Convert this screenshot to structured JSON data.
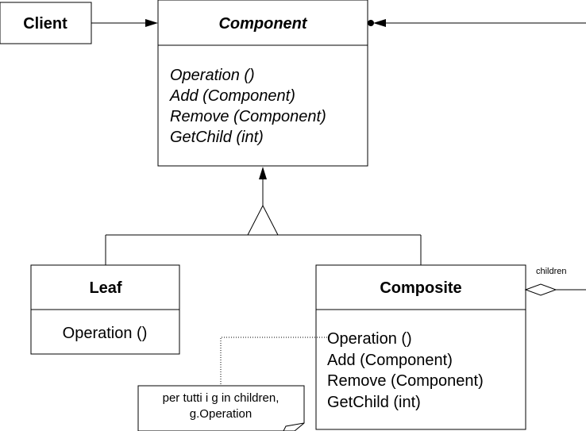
{
  "classes": {
    "client": {
      "name": "Client"
    },
    "component": {
      "name": "Component",
      "operations": [
        "Operation ()",
        "Add (Component)",
        "Remove (Component)",
        "GetChild (int)"
      ]
    },
    "leaf": {
      "name": "Leaf",
      "operations": [
        "Operation ()"
      ]
    },
    "composite": {
      "name": "Composite",
      "operations": [
        "Operation ()",
        "Add (Component)",
        "Remove (Component)",
        "GetChild (int)"
      ]
    }
  },
  "labels": {
    "children": "children"
  },
  "note": {
    "lines": [
      "per tutti i g in children,",
      "g.Operation"
    ]
  }
}
